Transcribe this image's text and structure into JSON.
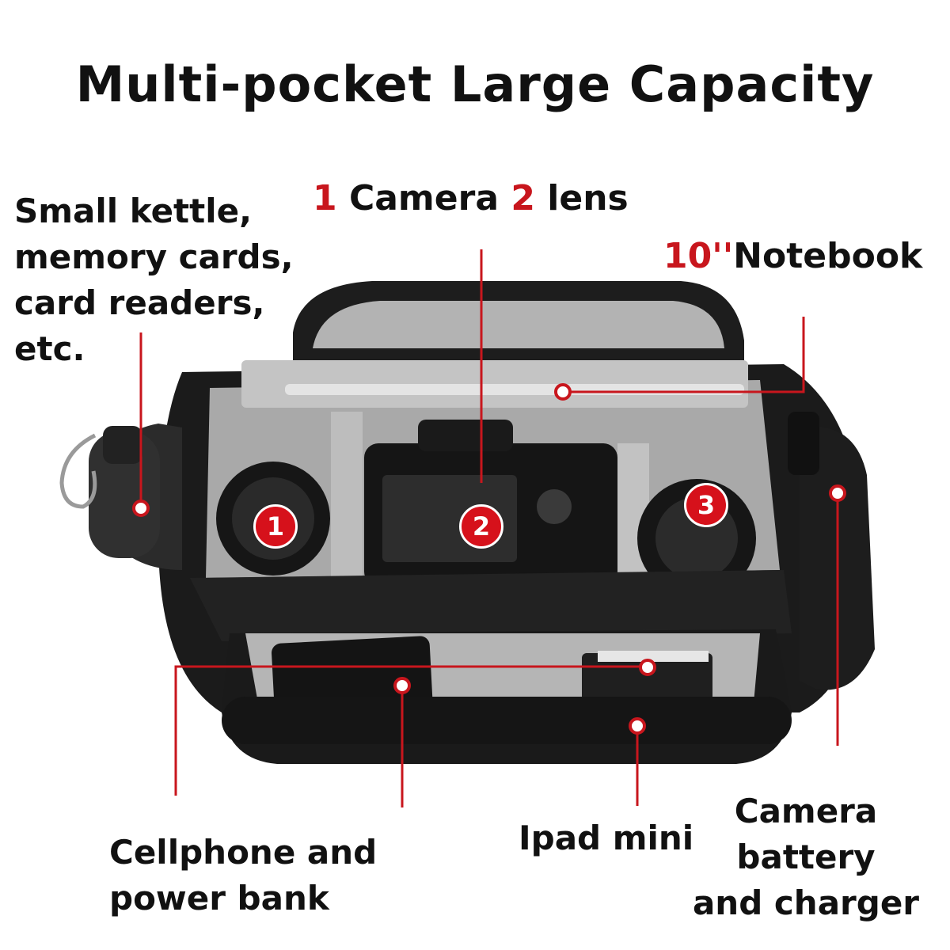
{
  "title": "Multi-pocket Large Capacity",
  "labels": {
    "small_items": [
      "Small kettle,",
      "memory cards,",
      "card readers,",
      "etc."
    ],
    "camera_lens": {
      "n1": "1",
      "w1": " Camera ",
      "n2": "2",
      "w2": " lens"
    },
    "notebook": {
      "size": "10''",
      "name": "Notebook"
    },
    "cellphone": [
      "Cellphone and",
      "power bank"
    ],
    "ipad": "Ipad mini",
    "battery": [
      "Camera",
      "battery",
      "and charger"
    ]
  },
  "badges": [
    "1",
    "2",
    "3"
  ],
  "colors": {
    "accent": "#c8161d",
    "bag": "#1b1b1b",
    "lining": "#b9b9b9"
  }
}
